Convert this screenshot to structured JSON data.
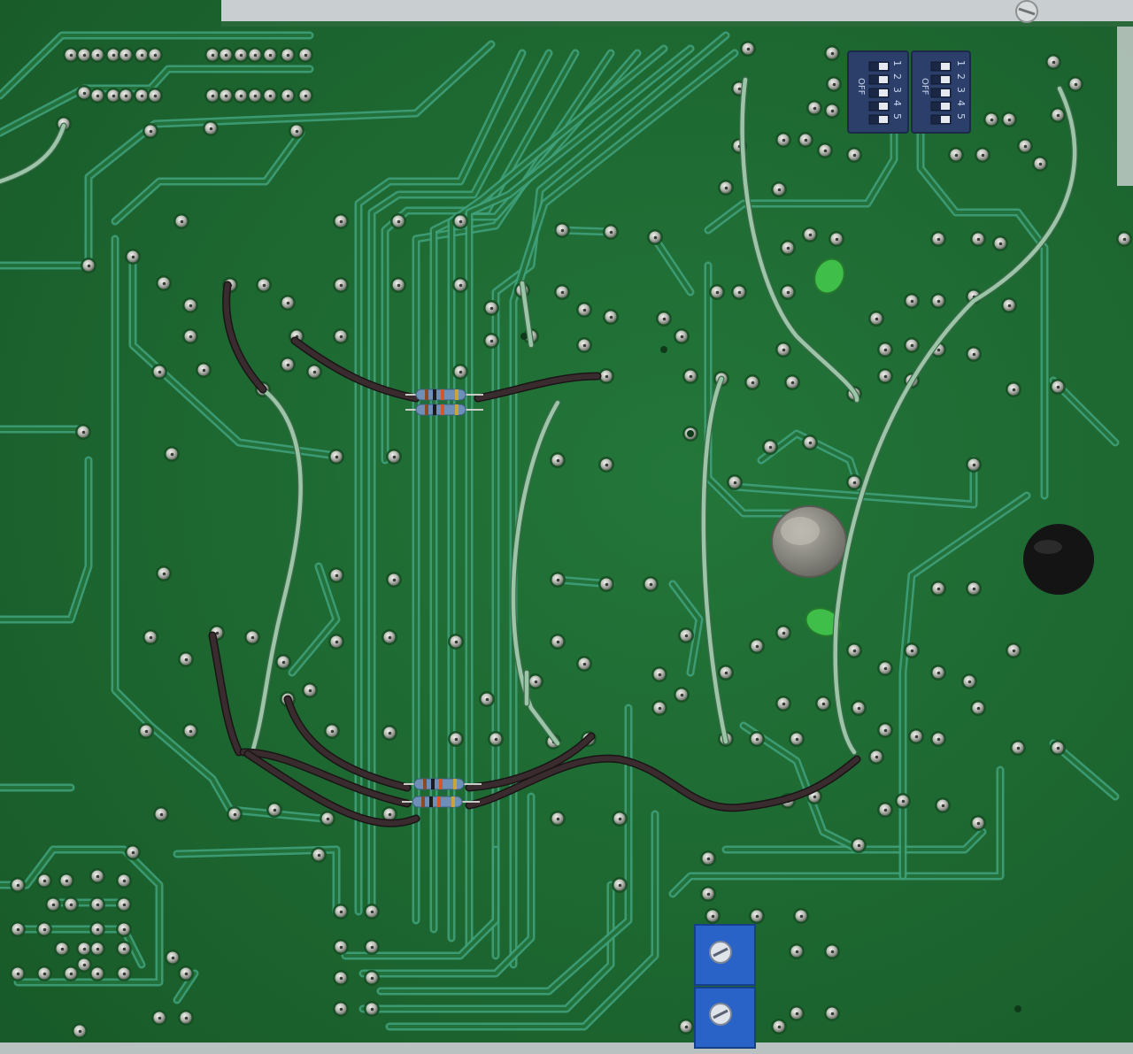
{
  "photo": {
    "subject": "pcb-solder-side",
    "colors": {
      "board": "#1f6a31",
      "board_dark": "#164f24",
      "trace": "#3fa07a",
      "trace_light": "#5cc59a",
      "pad": "#c9ccc6",
      "pad_dark": "#7c7f7a",
      "green_wire": "#9cc4a6",
      "black_wire": "#3a2c2e",
      "resistor_body": "#6e90b8",
      "dip_switch": "#2b3f6a",
      "trimmer": "#2a63c8",
      "capacitor": "#3fbf4a",
      "frame": "#cfd3d6"
    }
  },
  "dip_switches": [
    {
      "numbers": [
        "1",
        "2",
        "3",
        "4",
        "5"
      ],
      "off_label": "OFF"
    },
    {
      "numbers": [
        "1",
        "2",
        "3",
        "4",
        "5"
      ],
      "off_label": "OFF"
    }
  ]
}
